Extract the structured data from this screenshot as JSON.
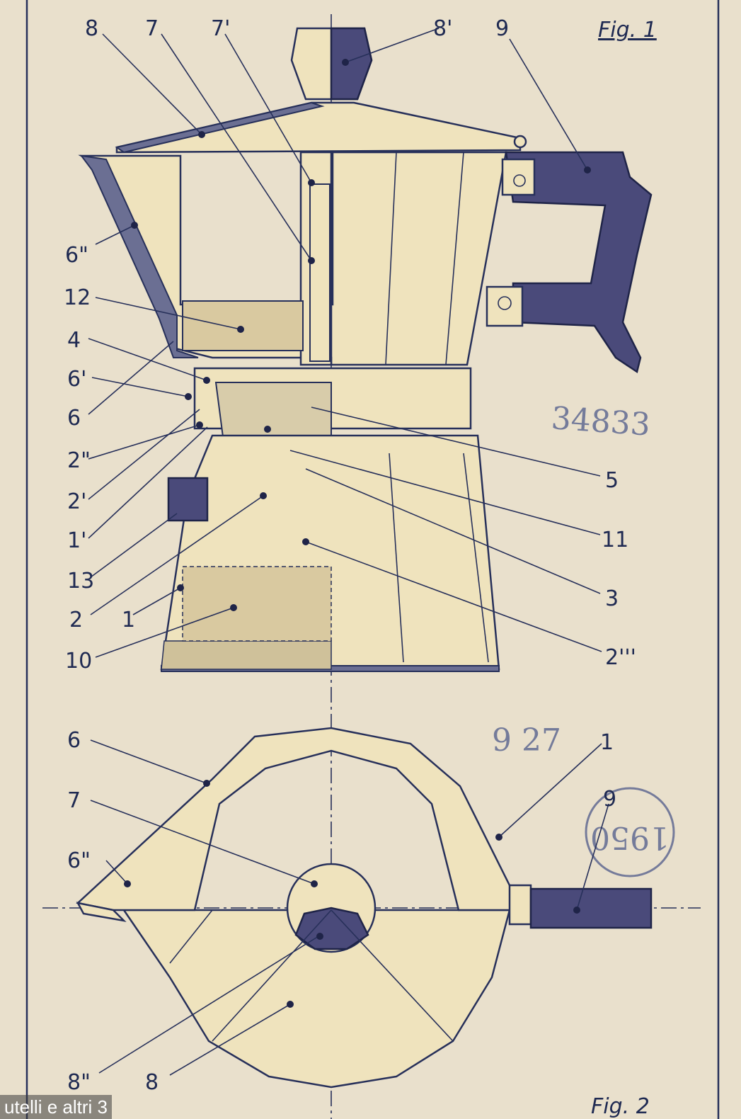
{
  "figure1": {
    "title": "Fig. 1",
    "labels": {
      "l8": "8",
      "l7": "7",
      "l7p": "7'",
      "l8p": "8'",
      "l9": "9",
      "l6pp": "6\"",
      "l12": "12",
      "l4": "4",
      "l6p": "6'",
      "l6": "6",
      "l2pp": "2\"",
      "l2p": "2'",
      "l1p": "1'",
      "l13": "13",
      "l2": "2",
      "l1": "1",
      "l10": "10",
      "l5": "5",
      "l11": "11",
      "l3": "3",
      "l2ppp": "2'''"
    },
    "stamp_number": "34833"
  },
  "figure2": {
    "title": "Fig. 2",
    "labels": {
      "l6": "6",
      "l7": "7",
      "l6pp": "6\"",
      "l8pp": "8\"",
      "l8": "8",
      "l1": "1",
      "l9": "9"
    },
    "stamp_number": "9 27",
    "round_stamp_text": "1950"
  },
  "overlay_caption": "utelli e altri 3",
  "colors": {
    "paper": "#e9e0cc",
    "ink": "#27305a",
    "handle": "#4a4a7a",
    "part": "#efe3bd"
  }
}
